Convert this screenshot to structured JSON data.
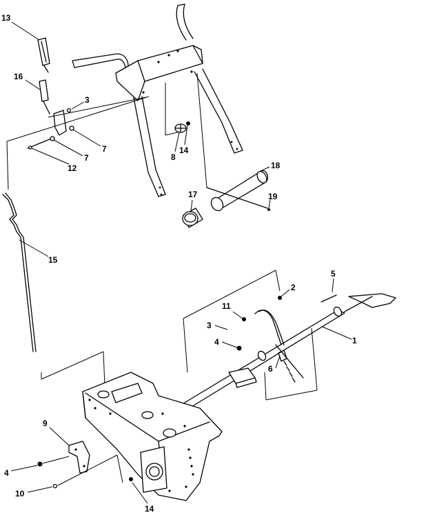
{
  "diagram": {
    "callouts": [
      {
        "id": "c13",
        "label": "13"
      },
      {
        "id": "c16",
        "label": "16"
      },
      {
        "id": "c3a",
        "label": "3"
      },
      {
        "id": "c7a",
        "label": "7"
      },
      {
        "id": "c7b",
        "label": "7"
      },
      {
        "id": "c12",
        "label": "12"
      },
      {
        "id": "c8",
        "label": "8"
      },
      {
        "id": "c14a",
        "label": "14"
      },
      {
        "id": "c18",
        "label": "18"
      },
      {
        "id": "c17",
        "label": "17"
      },
      {
        "id": "c19",
        "label": "19"
      },
      {
        "id": "c15",
        "label": "15"
      },
      {
        "id": "c5",
        "label": "5"
      },
      {
        "id": "c2",
        "label": "2"
      },
      {
        "id": "c11",
        "label": "11"
      },
      {
        "id": "c3b",
        "label": "3"
      },
      {
        "id": "c1",
        "label": "1"
      },
      {
        "id": "c4a",
        "label": "4"
      },
      {
        "id": "c6",
        "label": "6"
      },
      {
        "id": "c9",
        "label": "9"
      },
      {
        "id": "c4b",
        "label": "4"
      },
      {
        "id": "c10",
        "label": "10"
      },
      {
        "id": "c14b",
        "label": "14"
      }
    ]
  }
}
